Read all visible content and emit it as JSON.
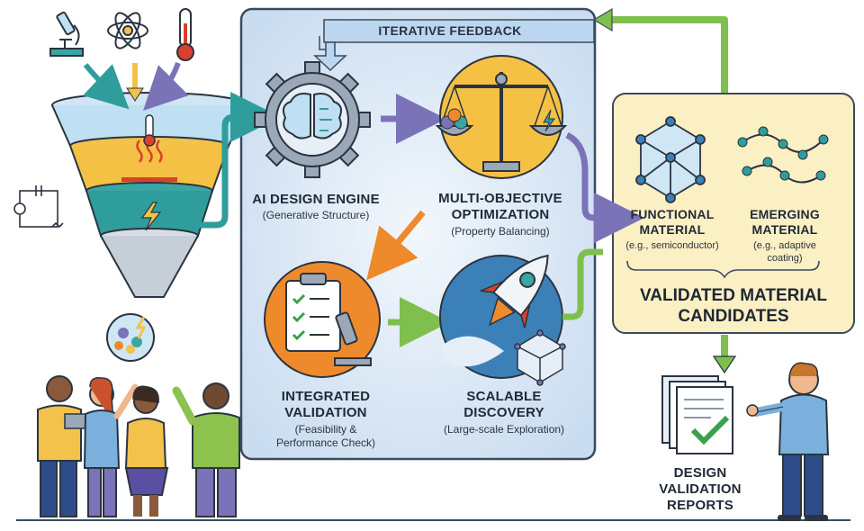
{
  "feedback_label": "ITERATIVE FEEDBACK",
  "nodes": {
    "design_engine": {
      "title": "AI DESIGN ENGINE",
      "subtitle": "(Generative Structure)"
    },
    "optimization": {
      "title_line1": "MULTI-OBJECTIVE",
      "title_line2": "OPTIMIZATION",
      "subtitle": "(Property Balancing)"
    },
    "validation": {
      "title_line1": "INTEGRATED",
      "title_line2": "VALIDATION",
      "subtitle_line1": "(Feasibility &",
      "subtitle_line2": "Performance Check)"
    },
    "discovery": {
      "title_line1": "SCALABLE",
      "title_line2": "DISCOVERY",
      "subtitle": "(Large-scale Exploration)"
    }
  },
  "candidates": {
    "functional": {
      "title_line1": "FUNCTIONAL",
      "title_line2": "MATERIAL",
      "subtitle": "(e.g., semiconductor)"
    },
    "emerging": {
      "title_line1": "EMERGING",
      "title_line2": "MATERIAL",
      "subtitle_line1": "(e.g., adaptive",
      "subtitle_line2": "coating)"
    },
    "heading_line1": "VALIDATED MATERIAL",
    "heading_line2": "CANDIDATES"
  },
  "reports": {
    "line1": "DESIGN",
    "line2": "VALIDATION",
    "line3": "REPORTS"
  },
  "icons": [
    "microscope-icon",
    "atom-icon",
    "thermometer-icon",
    "funnel-icon",
    "circuit-icon",
    "brain-gear-icon",
    "balance-scale-icon",
    "clipboard-checklist-icon",
    "rocket-icon",
    "crystal-lattice-icon",
    "molecule-chain-icon",
    "document-stack-icon",
    "checkmark-icon"
  ],
  "colors": {
    "panel_bg": "#dbe9f6",
    "panel_border": "#3b4a5e",
    "candidates_bg": "#fbefc4",
    "arrow_teal": "#2f9d9b",
    "arrow_purple": "#7b73b8",
    "arrow_orange": "#ef8a2c",
    "arrow_green": "#7fbf4d",
    "feedback_arrow": "#a9c8e6"
  }
}
